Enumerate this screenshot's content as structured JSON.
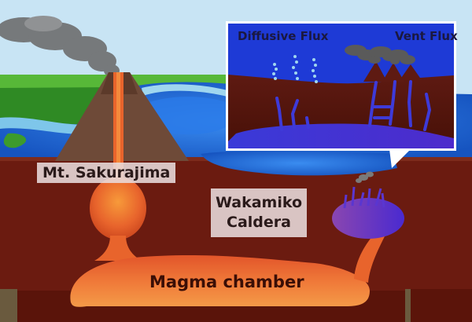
{
  "labels": {
    "volcano": "Mt. Sakurajima",
    "caldera_line1": "Wakamiko",
    "caldera_line2": "Caldera",
    "chamber": "Magma chamber",
    "inset_left": "Diffusive Flux",
    "inset_right": "Vent Flux"
  },
  "colors": {
    "sky": "#c8e4f4",
    "ground": "#6b1b10",
    "magma": "#e8642c",
    "caldera_magma": "#6a3cc0",
    "sea": "#1f6fd6",
    "land": "#4caa2c",
    "inset_border": "#ffffff"
  }
}
